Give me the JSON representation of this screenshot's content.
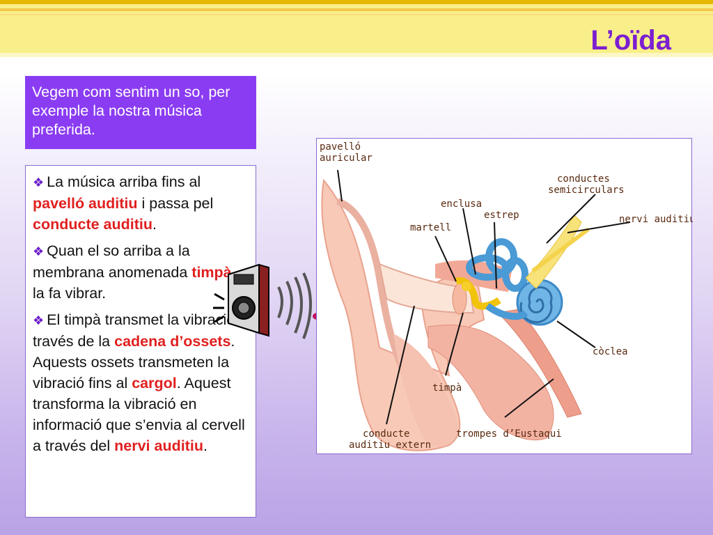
{
  "title": "L’oïda",
  "intro": "Vegem com sentim un so, per exemple la nostra música preferida.",
  "paragraphs": [
    {
      "segments": [
        {
          "text": "La música arriba fins al ",
          "highlight": false
        },
        {
          "text": "pavelló auditiu",
          "highlight": true
        },
        {
          "text": " i passa pel ",
          "highlight": false
        },
        {
          "text": "conducte auditiu",
          "highlight": true
        },
        {
          "text": ".",
          "highlight": false
        }
      ]
    },
    {
      "segments": [
        {
          "text": "Quan el so arriba a la membrana anomenada ",
          "highlight": false
        },
        {
          "text": "timpà",
          "highlight": true
        },
        {
          "text": ", la fa vibrar.",
          "highlight": false
        }
      ]
    },
    {
      "segments": [
        {
          "text": "El timpà transmet la vibració a través de la ",
          "highlight": false
        },
        {
          "text": "cadena d’ossets",
          "highlight": true
        },
        {
          "text": ". Aquests ossets transmeten la vibració fins al ",
          "highlight": false
        },
        {
          "text": "cargol",
          "highlight": true
        },
        {
          "text": ". Aquest transforma la vibració en informació que s’envia al cervell a través del ",
          "highlight": false
        },
        {
          "text": "nervi auditiu",
          "highlight": true
        },
        {
          "text": ".",
          "highlight": false
        }
      ]
    }
  ],
  "bullet_icon": "diamond-bullet",
  "highlight_color": "#e02020",
  "accent_color": "#8a3cf2",
  "diagram_labels": {
    "pavello_1": "pavelló",
    "pavello_2": "auricular",
    "conductes_1": "conductes",
    "conductes_2": "semicirculars",
    "enclusa": "enclusa",
    "estrep": "estrep",
    "martell": "martell",
    "nervi": "nervi auditiu",
    "coclea": "còclea",
    "timpa": "timpà",
    "conducte_1": "conducte",
    "conducte_2": "auditiu extern",
    "trompes": "trompes d’Eustaqui"
  }
}
